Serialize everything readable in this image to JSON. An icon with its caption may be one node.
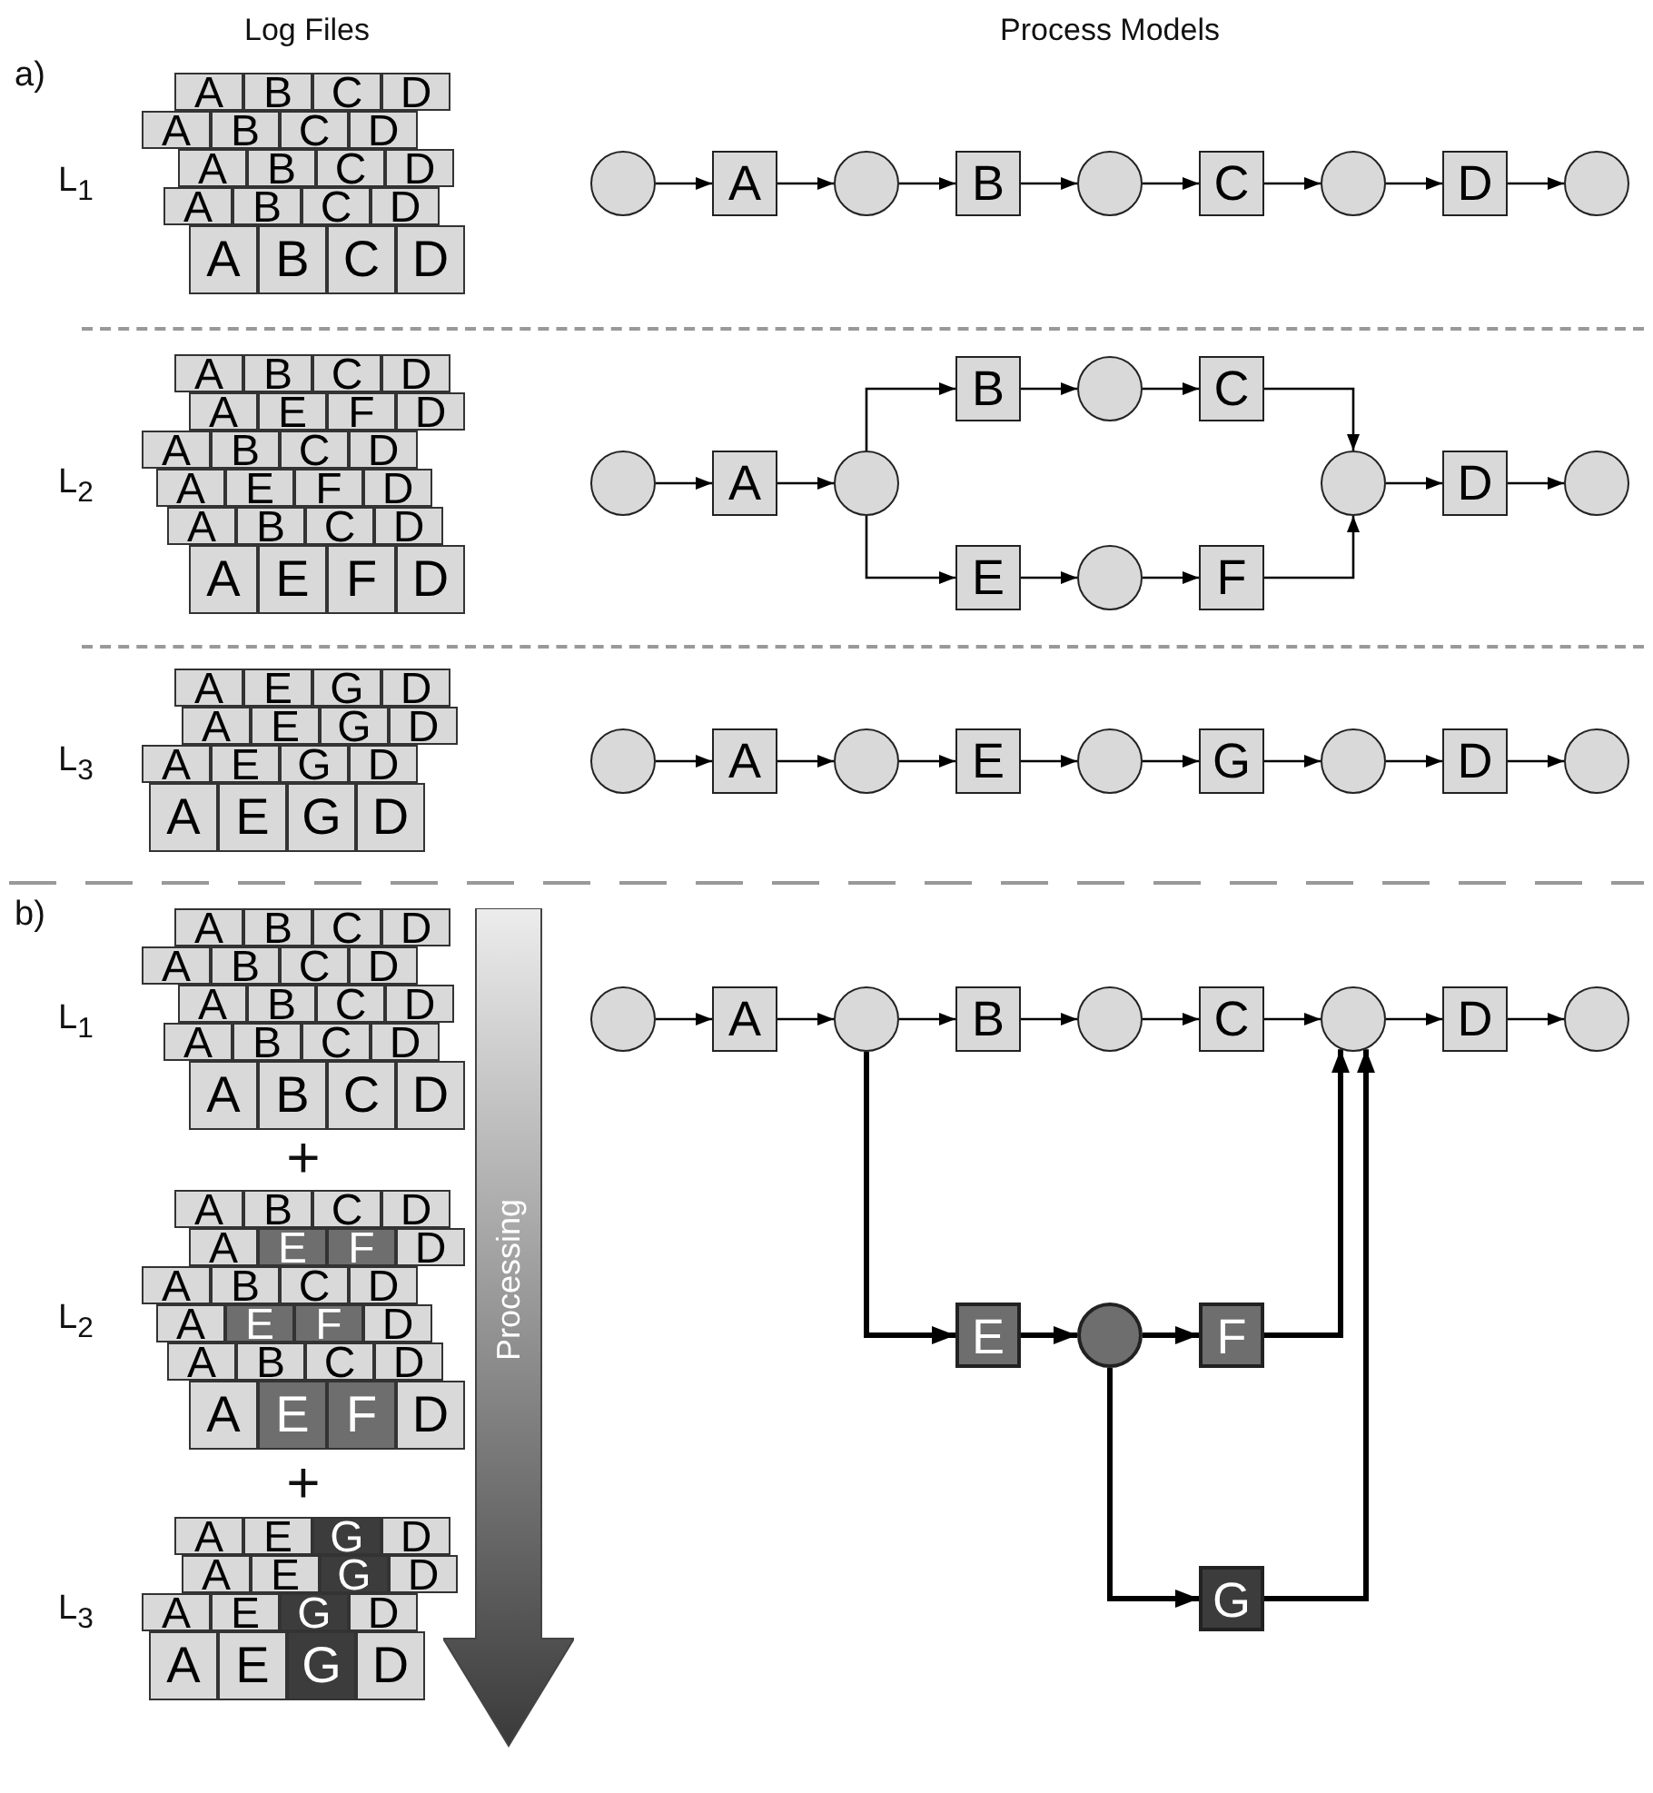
{
  "diagram": {
    "nodes": [
      {
        "text": [
          "A"
        ]
      },
      {
        "text": [
          "B"
        ]
      },
      {
        "text": [
          "C"
        ]
      },
      {
        "text": [
          "D"
        ]
      },
      {
        "text": [
          "A"
        ]
      },
      {
        "text": [
          "B"
        ]
      },
      {
        "text": [
          "C"
        ]
      },
      {
        "text": [
          "D"
        ]
      },
      {
        "text": [
          "A"
        ]
      },
      {
        "text": [
          "B"
        ]
      },
      {
        "text": [
          "C"
        ]
      },
      {
        "text": [
          "D"
        ]
      },
      {
        "text": [
          "A"
        ]
      },
      {
        "text": [
          "B"
        ]
      },
      {
        "text": [
          "C"
        ]
      },
      {
        "text": [
          "D"
        ]
      },
      {
        "text": [
          "A"
        ]
      },
      {
        "text": [
          "B"
        ]
      },
      {
        "text": [
          "C"
        ]
      },
      {
        "text": [
          "D"
        ]
      },
      {
        "text": [],
        "shape": "circle"
      },
      {
        "text": [
          "A"
        ]
      },
      {
        "text": [],
        "shape": "circle"
      },
      {
        "text": [
          "B"
        ]
      },
      {
        "text": [],
        "shape": "circle"
      },
      {
        "text": [
          "C"
        ]
      },
      {
        "text": [],
        "shape": "circle"
      },
      {
        "text": [
          "D"
        ]
      },
      {
        "text": [],
        "shape": "circle"
      },
      {
        "text": [
          "A"
        ]
      },
      {
        "text": [
          "B"
        ]
      },
      {
        "text": [
          "C"
        ]
      },
      {
        "text": [
          "D"
        ]
      },
      {
        "text": [
          "A"
        ]
      },
      {
        "text": [
          "E"
        ]
      },
      {
        "text": [
          "F"
        ]
      },
      {
        "text": [
          "D"
        ]
      },
      {
        "text": [
          "A"
        ]
      },
      {
        "text": [
          "B"
        ]
      },
      {
        "text": [
          "C"
        ]
      },
      {
        "text": [
          "D"
        ]
      },
      {
        "text": [
          "A"
        ]
      },
      {
        "text": [
          "E"
        ]
      },
      {
        "text": [
          "F"
        ]
      },
      {
        "text": [
          "D"
        ]
      },
      {
        "text": [
          "A"
        ]
      },
      {
        "text": [
          "B"
        ]
      },
      {
        "text": [
          "C"
        ]
      },
      {
        "text": [
          "D"
        ]
      },
      {
        "text": [
          "A"
        ]
      },
      {
        "text": [
          "E"
        ]
      },
      {
        "text": [
          "F"
        ]
      },
      {
        "text": [
          "D"
        ]
      },
      {
        "text": [],
        "shape": "circle"
      },
      {
        "text": [
          "A"
        ]
      },
      {
        "text": [],
        "shape": "circle"
      },
      {
        "text": [
          "B"
        ]
      },
      {
        "text": [],
        "shape": "circle"
      },
      {
        "text": [
          "C"
        ]
      },
      {
        "text": [
          "E"
        ]
      },
      {
        "text": [],
        "shape": "circle"
      },
      {
        "text": [
          "F"
        ]
      },
      {
        "text": [],
        "shape": "circle"
      },
      {
        "text": [
          "D"
        ]
      },
      {
        "text": [],
        "shape": "circle"
      },
      {
        "text": [
          "A"
        ]
      },
      {
        "text": [
          "E"
        ]
      },
      {
        "text": [
          "G"
        ]
      },
      {
        "text": [
          "D"
        ]
      },
      {
        "text": [
          "A"
        ]
      },
      {
        "text": [
          "E"
        ]
      },
      {
        "text": [
          "G"
        ]
      },
      {
        "text": [
          "D"
        ]
      },
      {
        "text": [
          "A"
        ]
      },
      {
        "text": [
          "E"
        ]
      },
      {
        "text": [
          "G"
        ]
      },
      {
        "text": [
          "D"
        ]
      },
      {
        "text": [
          "A"
        ]
      },
      {
        "text": [
          "E"
        ]
      },
      {
        "text": [
          "G"
        ]
      },
      {
        "text": [
          "D"
        ]
      },
      {
        "text": [],
        "shape": "circle"
      },
      {
        "text": [
          "A"
        ]
      },
      {
        "text": [],
        "shape": "circle"
      },
      {
        "text": [
          "E"
        ]
      },
      {
        "text": [],
        "shape": "circle"
      },
      {
        "text": [
          "G"
        ]
      },
      {
        "text": [],
        "shape": "circle"
      },
      {
        "text": [
          "D"
        ]
      },
      {
        "text": [],
        "shape": "circle"
      },
      {
        "text": [
          "A"
        ]
      },
      {
        "text": [
          "B"
        ]
      },
      {
        "text": [
          "C"
        ]
      },
      {
        "text": [
          "D"
        ]
      },
      {
        "text": [
          "A"
        ]
      },
      {
        "text": [
          "B"
        ]
      },
      {
        "text": [
          "C"
        ]
      },
      {
        "text": [
          "D"
        ]
      },
      {
        "text": [
          "A"
        ]
      },
      {
        "text": [
          "B"
        ]
      },
      {
        "text": [
          "C"
        ]
      },
      {
        "text": [
          "D"
        ]
      },
      {
        "text": [
          "A"
        ]
      },
      {
        "text": [
          "B"
        ]
      },
      {
        "text": [
          "C"
        ]
      },
      {
        "text": [
          "D"
        ]
      },
      {
        "text": [
          "A"
        ]
      },
      {
        "text": [
          "B"
        ]
      },
      {
        "text": [
          "C"
        ]
      },
      {
        "text": [
          "D"
        ]
      },
      {
        "text": [
          "A"
        ]
      },
      {
        "text": [
          "B"
        ]
      },
      {
        "text": [
          "C"
        ]
      },
      {
        "text": [
          "D"
        ]
      },
      {
        "text": [
          "A"
        ]
      },
      {
        "text": [
          "E"
        ]
      },
      {
        "text": [
          "F"
        ]
      },
      {
        "text": [
          "D"
        ]
      },
      {
        "text": [
          "A"
        ]
      },
      {
        "text": [
          "B"
        ]
      },
      {
        "text": [
          "C"
        ]
      },
      {
        "text": [
          "D"
        ]
      },
      {
        "text": [
          "A"
        ]
      },
      {
        "text": [
          "E"
        ]
      },
      {
        "text": [
          "F"
        ]
      },
      {
        "text": [
          "D"
        ]
      },
      {
        "text": [
          "A"
        ]
      },
      {
        "text": [
          "B"
        ]
      },
      {
        "text": [
          "C"
        ]
      },
      {
        "text": [
          "D"
        ]
      },
      {
        "text": [
          "A"
        ]
      },
      {
        "text": [
          "E"
        ]
      },
      {
        "text": [
          "F"
        ]
      },
      {
        "text": [
          "D"
        ]
      },
      {
        "text": [
          "A"
        ]
      },
      {
        "text": [
          "E"
        ]
      },
      {
        "text": [
          "G"
        ]
      },
      {
        "text": [
          "D"
        ]
      },
      {
        "text": [
          "A"
        ]
      },
      {
        "text": [
          "E"
        ]
      },
      {
        "text": [
          "G"
        ]
      },
      {
        "text": [
          "D"
        ]
      },
      {
        "text": [
          "A"
        ]
      },
      {
        "text": [
          "E"
        ]
      },
      {
        "text": [
          "G"
        ]
      },
      {
        "text": [
          "D"
        ]
      },
      {
        "text": [
          "A"
        ]
      },
      {
        "text": [
          "E"
        ]
      },
      {
        "text": [
          "G"
        ]
      },
      {
        "text": [
          "D"
        ]
      },
      {
        "text": [
          "Processing"
        ]
      },
      {
        "text": [],
        "shape": "circle"
      },
      {
        "text": [
          "A"
        ]
      },
      {
        "text": [],
        "shape": "circle"
      },
      {
        "text": [
          "B"
        ]
      },
      {
        "text": [],
        "shape": "circle"
      },
      {
        "text": [
          "C"
        ]
      },
      {
        "text": [],
        "shape": "circle"
      },
      {
        "text": [
          "D"
        ]
      },
      {
        "text": [],
        "shape": "circle"
      },
      {
        "text": [
          "E"
        ]
      },
      {
        "text": [],
        "shape": "circle"
      },
      {
        "text": [
          "F"
        ]
      },
      {
        "text": [
          "G"
        ]
      }
    ],
    "edges": [
      {
        "from": 20,
        "to": 21,
        "arrow": "to"
      },
      {
        "from": 21,
        "to": 22,
        "arrow": "to"
      },
      {
        "from": 22,
        "to": 23,
        "arrow": "to"
      },
      {
        "from": 23,
        "to": 24,
        "arrow": "to"
      },
      {
        "from": 24,
        "to": 25,
        "arrow": "to"
      },
      {
        "from": 25,
        "to": 26,
        "arrow": "to"
      },
      {
        "from": 26,
        "to": 27,
        "arrow": "to"
      },
      {
        "from": 27,
        "to": 28,
        "arrow": "to"
      },
      {
        "from": 53,
        "to": 54,
        "arrow": "to"
      },
      {
        "from": 54,
        "to": 55,
        "arrow": "to"
      },
      {
        "from": 55,
        "to": 56,
        "arrow": "to"
      },
      {
        "from": 56,
        "to": 57,
        "arrow": "to"
      },
      {
        "from": 57,
        "to": 58,
        "arrow": "to"
      },
      {
        "from": 58,
        "to": 62,
        "arrow": "to"
      },
      {
        "from": 55,
        "to": 59,
        "arrow": "to"
      },
      {
        "from": 59,
        "to": 60,
        "arrow": "to"
      },
      {
        "from": 60,
        "to": 61,
        "arrow": "to"
      },
      {
        "from": 61,
        "to": 62,
        "arrow": "to"
      },
      {
        "from": 62,
        "to": 63,
        "arrow": "to"
      },
      {
        "from": 63,
        "to": 64,
        "arrow": "to"
      },
      {
        "from": 81,
        "to": 82,
        "arrow": "to"
      },
      {
        "from": 82,
        "to": 83,
        "arrow": "to"
      },
      {
        "from": 83,
        "to": 84,
        "arrow": "to"
      },
      {
        "from": 84,
        "to": 85,
        "arrow": "to"
      },
      {
        "from": 85,
        "to": 86,
        "arrow": "to"
      },
      {
        "from": 86,
        "to": 87,
        "arrow": "to"
      },
      {
        "from": 87,
        "to": 88,
        "arrow": "to"
      },
      {
        "from": 88,
        "to": 89,
        "arrow": "to"
      },
      {
        "from": 151,
        "to": 152,
        "arrow": "to"
      },
      {
        "from": 152,
        "to": 153,
        "arrow": "to"
      },
      {
        "from": 153,
        "to": 154,
        "arrow": "to"
      },
      {
        "from": 154,
        "to": 155,
        "arrow": "to"
      },
      {
        "from": 155,
        "to": 156,
        "arrow": "to"
      },
      {
        "from": 156,
        "to": 157,
        "arrow": "to"
      },
      {
        "from": 157,
        "to": 158,
        "arrow": "to"
      },
      {
        "from": 158,
        "to": 159,
        "arrow": "to"
      },
      {
        "from": 153,
        "to": 160,
        "arrow": "to",
        "style": "thick"
      },
      {
        "from": 160,
        "to": 161,
        "arrow": "to",
        "style": "thick"
      },
      {
        "from": 161,
        "to": 162,
        "arrow": "to",
        "style": "thick"
      },
      {
        "from": 162,
        "to": 157,
        "arrow": "to",
        "style": "thick"
      },
      {
        "from": 161,
        "to": 163,
        "arrow": "to",
        "style": "thick"
      },
      {
        "from": 163,
        "to": 157,
        "arrow": "to",
        "style": "thick"
      }
    ],
    "labels": [
      "Log Files",
      "Process Models",
      "a)",
      "L$_{1}$",
      "L$_{2}$",
      "L$_{3}$",
      "b)",
      "L$_{1}$",
      "+",
      "L$_{2}$",
      "+",
      "L$_{3}$"
    ]
  }
}
